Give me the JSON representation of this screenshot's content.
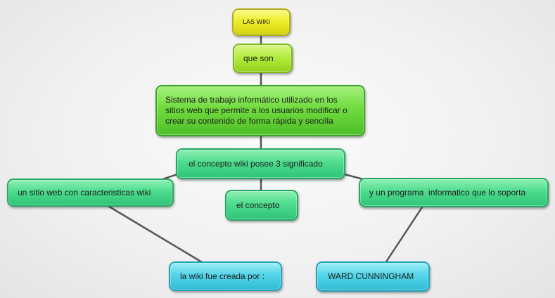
{
  "diagram": {
    "nodes": {
      "root": "LAS WIKI",
      "question": "que son",
      "definition": "Sistema de trabajo informático utilizado en los sitios web que permite a los usuarios modificar o crear su contenido de forma rápida y sencilla",
      "concept": "el concepto wiki posee 3 significado",
      "website": "un sitio web con caracteristicas wiki",
      "the_concept": "el concepto",
      "software": "y un programa  informatico que lo soporta",
      "created_by": "la wiki fue creada por :",
      "creator": "WARD CUNNINGHAM"
    },
    "colors": {
      "root": "#eeee2e",
      "question": "#b3ec3e",
      "definition": "#6fdb3e",
      "concept": "#4edc8e",
      "leaves": "#4edc8e",
      "bottom": "#53d4e8",
      "connector": "#555555"
    }
  }
}
